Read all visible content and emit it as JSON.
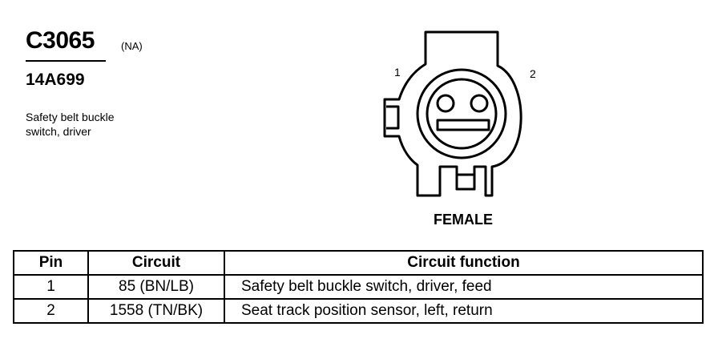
{
  "header": {
    "connector_id": "C3065",
    "region": "(NA)",
    "part_number": "14A699",
    "description_line1": "Safety belt buckle",
    "description_line2": "switch, driver"
  },
  "diagram": {
    "pin_labels": [
      "1",
      "2"
    ],
    "gender": "FEMALE"
  },
  "table": {
    "headers": [
      "Pin",
      "Circuit",
      "Circuit function"
    ],
    "rows": [
      {
        "pin": "1",
        "circuit": "85 (BN/LB)",
        "function": "Safety belt buckle switch, driver, feed"
      },
      {
        "pin": "2",
        "circuit": "1558 (TN/BK)",
        "function": "Seat track position sensor, left, return"
      }
    ]
  }
}
